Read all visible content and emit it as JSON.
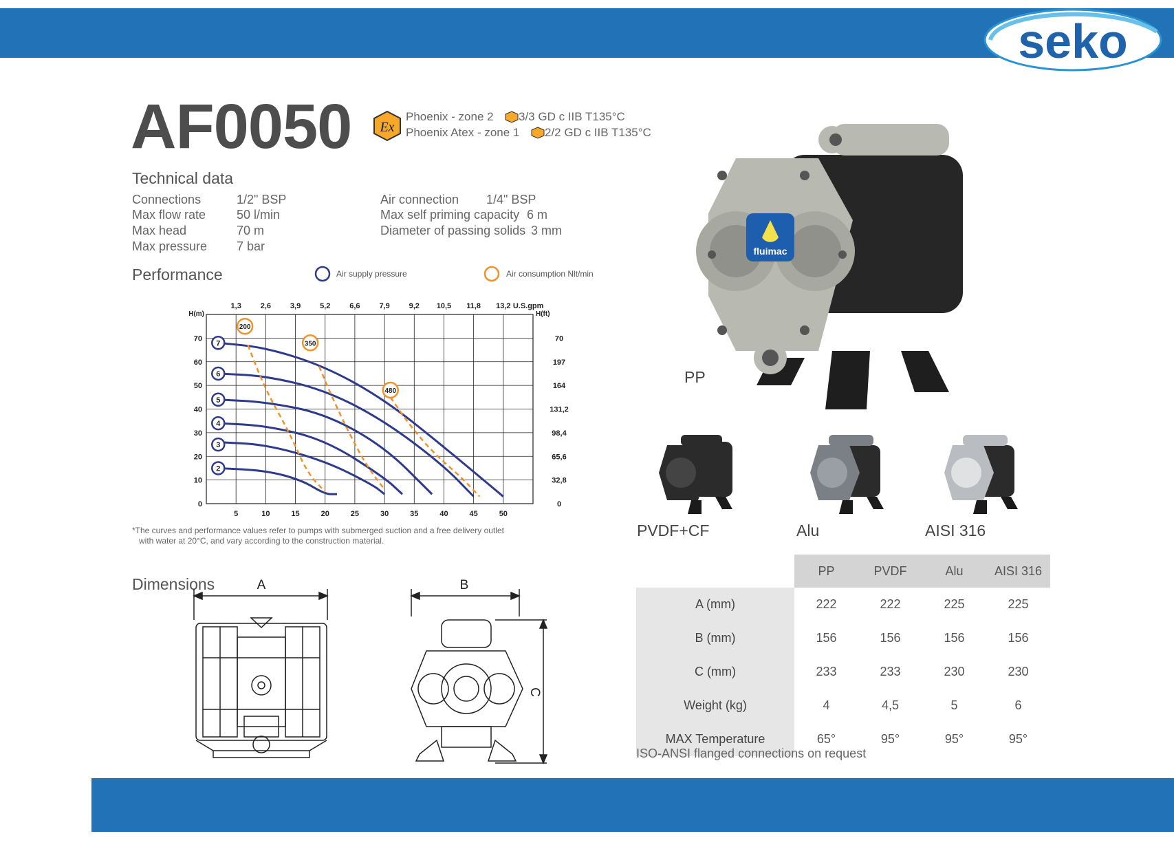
{
  "brand": {
    "logo_text": "seko",
    "color_band": "#2172b7"
  },
  "header": {
    "model": "AF0050"
  },
  "certifications": {
    "line1_label": "Phoenix - zone 2",
    "line1_rating": "3/3 GD c IIB T135°C",
    "line2_label": "Phoenix Atex - zone 1",
    "line2_rating": "2/2 GD c IIB T135°C",
    "ex_badge": "Ex"
  },
  "technical": {
    "title": "Technical data",
    "left": [
      {
        "label": "Connections",
        "value": "1/2\" BSP"
      },
      {
        "label": "Max flow rate",
        "value": "50  l/min"
      },
      {
        "label": "Max head",
        "value": "70 m"
      },
      {
        "label": "Max pressure",
        "value": "7 bar"
      }
    ],
    "right": [
      {
        "label": "Air connection",
        "value": "1/4\" BSP"
      },
      {
        "label": "Max self priming capacity",
        "value": "6 m"
      },
      {
        "label": "Diameter of passing solids",
        "value": "3 mm"
      }
    ]
  },
  "performance": {
    "title": "Performance",
    "legend_air_supply": "Air supply pressure",
    "legend_air_consumption": "Air consumption Nlt/min",
    "footnote_line1": "*The curves and performance values refer to pumps with submerged suction and a free delivery outlet",
    "footnote_line2": "with water at 20°C, and vary according to the construction material."
  },
  "chart_data": {
    "type": "line",
    "xlabel": "",
    "ylabel": "H(m)",
    "ylabel_right": "H(ft)",
    "top_axis_unit": "U.S.gpm",
    "xlim": [
      0,
      55
    ],
    "ylim": [
      0,
      80
    ],
    "x_ticks": [
      "5",
      "10",
      "15",
      "20",
      "25",
      "30",
      "35",
      "40",
      "45",
      "50"
    ],
    "y_ticks": [
      "0",
      "10",
      "20",
      "30",
      "40",
      "50",
      "60",
      "70"
    ],
    "top_ticks": [
      "1,3",
      "2,6",
      "3,9",
      "5,2",
      "6,6",
      "7,9",
      "9,2",
      "10,5",
      "11,8",
      "13,2"
    ],
    "right_ticks": [
      "0",
      "32,8",
      "65,6",
      "98,4",
      "131,2",
      "164",
      "197",
      "70"
    ],
    "colors": {
      "pressure": "#2e3a8c",
      "consumption": "#f0922b"
    },
    "series": [
      {
        "name": "7",
        "x": [
          2,
          10,
          20,
          30,
          40,
          50
        ],
        "y": [
          68,
          66,
          58,
          44,
          24,
          3
        ]
      },
      {
        "name": "6",
        "x": [
          2,
          10,
          20,
          30,
          40,
          45
        ],
        "y": [
          55,
          54,
          48,
          35,
          16,
          3
        ]
      },
      {
        "name": "5",
        "x": [
          2,
          10,
          20,
          30,
          38
        ],
        "y": [
          44,
          43,
          38,
          24,
          4
        ]
      },
      {
        "name": "4",
        "x": [
          2,
          10,
          20,
          30,
          33
        ],
        "y": [
          34,
          33,
          27,
          11,
          4
        ]
      },
      {
        "name": "3",
        "x": [
          2,
          10,
          20,
          28,
          30
        ],
        "y": [
          26,
          25,
          18,
          8,
          4
        ]
      },
      {
        "name": "2",
        "x": [
          2,
          10,
          16,
          20,
          22
        ],
        "y": [
          15,
          14,
          10,
          4,
          4
        ]
      }
    ],
    "consumption_series": [
      {
        "name": "200",
        "x": [
          7,
          10,
          14,
          17,
          20
        ],
        "y": [
          67,
          48,
          30,
          13,
          5
        ]
      },
      {
        "name": "350",
        "x": [
          19,
          21,
          24,
          27,
          30
        ],
        "y": [
          58,
          46,
          30,
          16,
          6
        ]
      },
      {
        "name": "480",
        "x": [
          31,
          34,
          38,
          43,
          46
        ],
        "y": [
          45,
          34,
          22,
          11,
          3
        ]
      }
    ],
    "pressure_markers": [
      {
        "label": "7",
        "x": 2,
        "y": 68
      },
      {
        "label": "6",
        "x": 2,
        "y": 55
      },
      {
        "label": "5",
        "x": 2,
        "y": 44
      },
      {
        "label": "4",
        "x": 2,
        "y": 34
      },
      {
        "label": "3",
        "x": 2,
        "y": 25
      },
      {
        "label": "2",
        "x": 2,
        "y": 15
      }
    ],
    "consumption_markers": [
      {
        "label": "200",
        "x": 6.5,
        "y": 75
      },
      {
        "label": "350",
        "x": 17.5,
        "y": 68
      },
      {
        "label": "480",
        "x": 31,
        "y": 48
      }
    ]
  },
  "photos": {
    "pp_label": "PP",
    "variants": [
      {
        "label": "PVDF+CF",
        "body": "#2b2b2b"
      },
      {
        "label": "Alu",
        "body": "#7b7f86"
      },
      {
        "label": "AISI 316",
        "body": "#b9bcc0"
      }
    ],
    "pp_body": "#b8bab2",
    "pp_center": "#262626",
    "sticker_text": "fluimac"
  },
  "dimensions": {
    "title": "Dimensions",
    "label_a": "A",
    "label_b": "B",
    "label_c": "C",
    "table": {
      "headers": [
        "PP",
        "PVDF",
        "Alu",
        "AISI 316"
      ],
      "rows": [
        {
          "label": "A (mm)",
          "values": [
            "222",
            "222",
            "225",
            "225"
          ]
        },
        {
          "label": "B (mm)",
          "values": [
            "156",
            "156",
            "156",
            "156"
          ]
        },
        {
          "label": "C (mm)",
          "values": [
            "233",
            "233",
            "230",
            "230"
          ]
        },
        {
          "label": "Weight (kg)",
          "values": [
            "4",
            "4,5",
            "5",
            "6"
          ]
        },
        {
          "label": "MAX Temperature",
          "values": [
            "65°",
            "95°",
            "95°",
            "95°"
          ]
        }
      ]
    },
    "note": "ISO-ANSI flanged connections on request"
  }
}
